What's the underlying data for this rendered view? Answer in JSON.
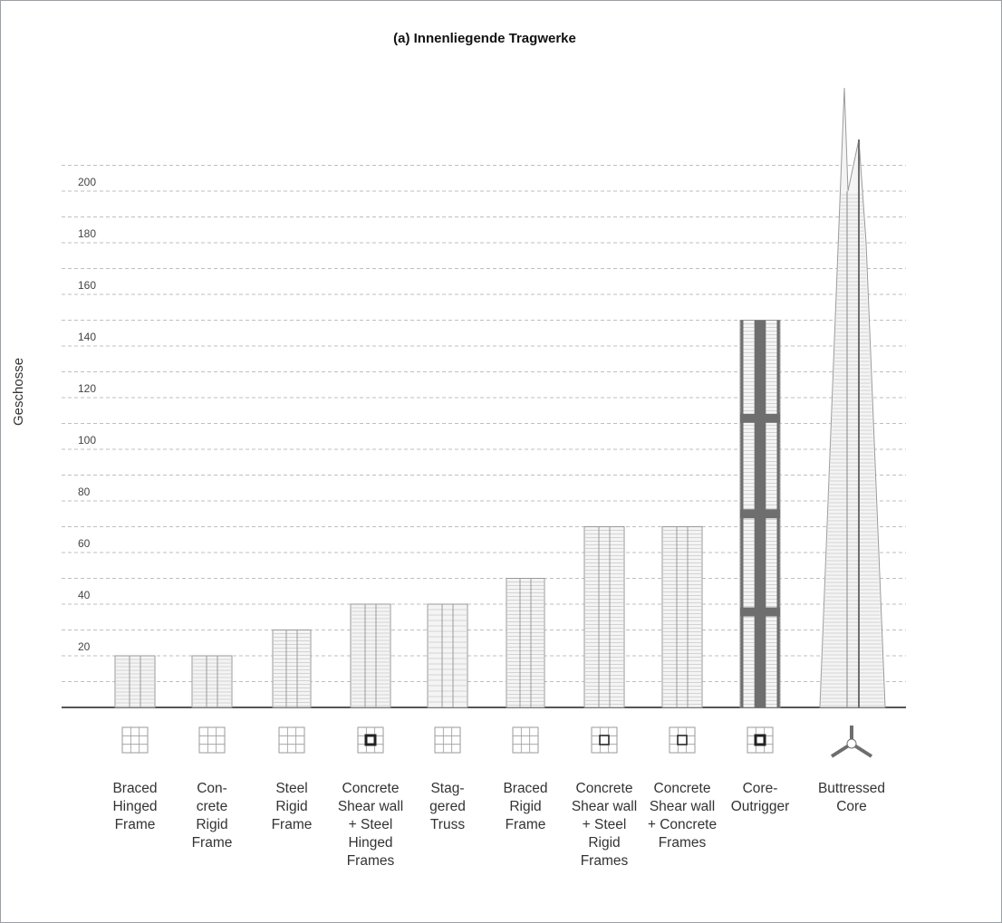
{
  "chart_data": {
    "type": "bar",
    "title": "(a) Innenliegende Tragwerke",
    "ylabel": "Geschosse",
    "xlabel": "",
    "ylim": [
      0,
      240
    ],
    "yticks": [
      20,
      40,
      60,
      80,
      100,
      120,
      140,
      160,
      180,
      200
    ],
    "grid": true,
    "categories": [
      "Braced Hinged Frame",
      "Con- crete Rigid Frame",
      "Steel Rigid Frame",
      "Concrete Shear wall + Steel Hinged Frames",
      "Stag- gered Truss",
      "Braced Rigid Frame",
      "Concrete Shear wall + Steel Rigid Frames",
      "Concrete Shear wall + Concrete Frames",
      "Core- Outrigger",
      "Buttressed Core"
    ],
    "category_lines": [
      [
        "Braced",
        "Hinged",
        "Frame"
      ],
      [
        "Con-",
        "crete",
        "Rigid",
        "Frame"
      ],
      [
        "Steel",
        "Rigid",
        "Frame"
      ],
      [
        "Concrete",
        "Shear wall",
        "+ Steel",
        "Hinged",
        "Frames"
      ],
      [
        "Stag-",
        "gered",
        "Truss"
      ],
      [
        "Braced",
        "Rigid",
        "Frame"
      ],
      [
        "Concrete",
        "Shear wall",
        "+ Steel",
        "Rigid",
        "Frames"
      ],
      [
        "Concrete",
        "Shear wall",
        "+ Concrete",
        "Frames"
      ],
      [
        "Core-",
        "Outrigger"
      ],
      [
        "Buttressed",
        "Core"
      ]
    ],
    "values": [
      20,
      20,
      30,
      40,
      40,
      50,
      70,
      70,
      150,
      200
    ],
    "colors": {
      "grid": "#bfbfbf",
      "bar_line": "#9a9a9a",
      "dark": "#6e6e6e",
      "axis": "#555555"
    }
  }
}
